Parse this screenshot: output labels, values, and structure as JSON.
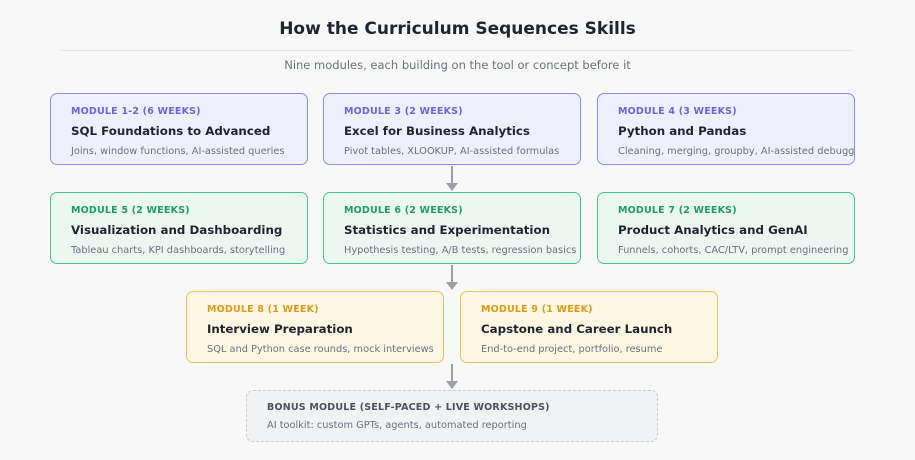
{
  "header": {
    "title": "How the Curriculum Sequences Skills",
    "subtitle": "Nine modules, each building on the tool or concept before it"
  },
  "rows": [
    {
      "modules": [
        {
          "tag": "MODULE 1-2 (6 WEEKS)",
          "name": "SQL Foundations to Advanced",
          "desc": "Joins, window functions, AI-assisted queries",
          "theme": "purple"
        },
        {
          "tag": "MODULE 3 (2 WEEKS)",
          "name": "Excel for Business Analytics",
          "desc": "Pivot tables, XLOOKUP, AI-assisted formulas",
          "theme": "purple"
        },
        {
          "tag": "MODULE 4 (3 WEEKS)",
          "name": "Python and Pandas",
          "desc": "Cleaning, merging, groupby, AI-assisted debugging",
          "theme": "purple"
        }
      ]
    },
    {
      "modules": [
        {
          "tag": "MODULE 5 (2 WEEKS)",
          "name": "Visualization and Dashboarding",
          "desc": "Tableau charts, KPI dashboards, storytelling",
          "theme": "green"
        },
        {
          "tag": "MODULE 6 (2 WEEKS)",
          "name": "Statistics and Experimentation",
          "desc": "Hypothesis testing, A/B tests, regression basics",
          "theme": "green"
        },
        {
          "tag": "MODULE 7 (2 WEEKS)",
          "name": "Product Analytics and GenAI",
          "desc": "Funnels, cohorts, CAC/LTV, prompt engineering",
          "theme": "green"
        }
      ]
    },
    {
      "modules": [
        {
          "tag": "MODULE 8 (1 WEEK)",
          "name": "Interview Preparation",
          "desc": "SQL and Python case rounds, mock interviews",
          "theme": "amber"
        },
        {
          "tag": "MODULE 9 (1 WEEK)",
          "name": "Capstone and Career Launch",
          "desc": "End-to-end project, portfolio, resume",
          "theme": "amber"
        }
      ]
    }
  ],
  "bonus": {
    "tag": "BONUS MODULE (SELF-PACED + LIVE WORKSHOPS)",
    "desc": "AI toolkit: custom GPTs, agents, automated reporting"
  },
  "colors": {
    "purple": "#8b8ef0",
    "green": "#4cc193",
    "amber": "#efc257",
    "arrow": "#9aa0a8"
  }
}
